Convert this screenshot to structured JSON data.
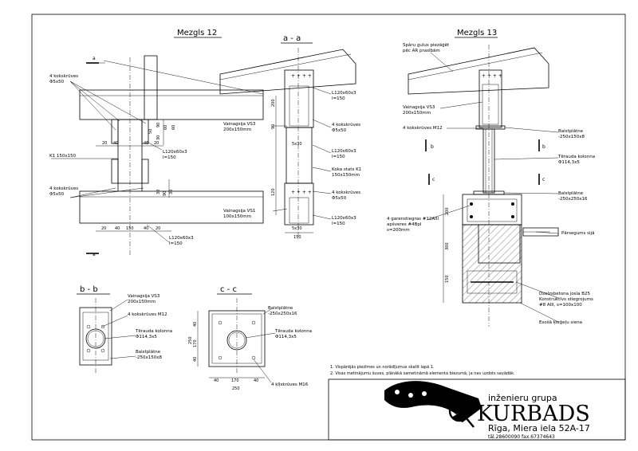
{
  "titles": {
    "node12": "Mezgls 12",
    "section_aa": "a - a",
    "node13": "Mezgls 13",
    "section_bb": "b - b",
    "section_cc": "c - c"
  },
  "cut_marks": {
    "a": "a",
    "b": "b",
    "c": "c"
  },
  "node12": {
    "bolts_top": "4 kokskrūves\nΦ5x50",
    "bolts_bottom": "4 kokskrūves\nΦ5x50",
    "column": "K1 150x150",
    "angle_top": "L120x60x3\nl=150",
    "angle_bottom": "L120x60x3\nl=150",
    "dims_top": [
      "20",
      "40",
      "40",
      "20",
      "30",
      "60",
      "90",
      "60",
      "50"
    ],
    "dims_bottom": [
      "20",
      "40",
      "150",
      "40",
      "20",
      "30",
      "90",
      "30"
    ]
  },
  "section_aa": {
    "angle1": "L120x60x3\nl=150",
    "bolts1": "4 kokskrūves\nΦ5x50",
    "cap": "Vainagsija VS3\n200x150mm",
    "angle2": "L120x60x3\nl=150",
    "post": "Koka stats K1\n150x150mm",
    "bolts2": "4 kokskrūves\nΦ5x50",
    "base": "Vainagsija VS1\n100x150mm",
    "angle3": "L120x60x3\nl=150",
    "dims": [
      "200",
      "90",
      "5x30",
      "120",
      "5x30",
      "150"
    ]
  },
  "node13": {
    "rafters": "Spāru gulus piezāģēt\npēc AR prasībām",
    "cap": "Vainagsija VS3\n200x150mm",
    "bolts": "4 kokskrūves M12",
    "plate_top": "Balstplātne\n-250x150x8",
    "column": "Tērauda kolonna\nΦ114,3x5",
    "plate_bottom": "Balstplātne\n-250x250x16",
    "anchors": "4 gareniestegras #12AIII\napšveres #4Bpl\ns=200mm",
    "slab": "Pārsegums sijā",
    "beam": "Dzelzsbetona josla B25\nKonstruktīvs stiegrojums\n#8 AIII, s=100x100",
    "wall": "Esošā ķieģeļu siena",
    "dims": [
      "200",
      "300",
      "150"
    ]
  },
  "section_bb": {
    "cap": "Vainagsija VS3\n200x150mm",
    "bolts": "4 kokskrūves M12",
    "column": "Tērauda kolonna\nΦ114,3x5",
    "plate": "Balstplātne\n-250x150x8"
  },
  "section_cc": {
    "plate": "Balstplātne\n-250x250x16",
    "column": "Tērauda kolonna\nΦ114,3x5",
    "anchors": "4 ķīļskrūves M16",
    "dims_v": [
      "40",
      "170",
      "40",
      "250"
    ],
    "dims_h": [
      "40",
      "170",
      "40",
      "250"
    ]
  },
  "notes": [
    "1. Vispārējās piezīmes un norādījumus skatīt lapā 1.",
    "2. Visas metinājumu šuves, plānākā sametināmā elementa biezumā, ja nav uzdots savādāk."
  ],
  "company": {
    "line1": "inženieru grupa",
    "name": "KURBADS",
    "address": "Rīga, Miera iela 52A-17",
    "contacts": "tāl.28600090 fax.67374643"
  }
}
